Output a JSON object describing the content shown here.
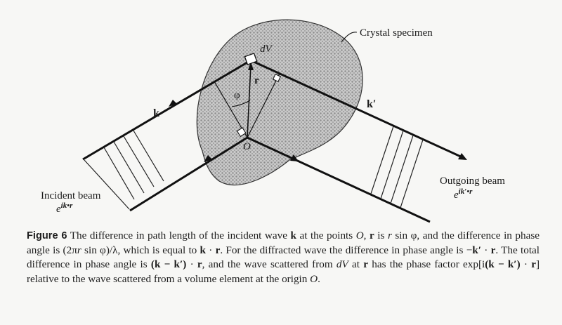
{
  "diagram": {
    "label_crystal": "Crystal specimen",
    "label_dV": "dV",
    "label_r": "r",
    "label_phi": "φ",
    "label_k": "k",
    "label_kprime": "k′",
    "label_O": "O",
    "incident_beam": "Incident beam",
    "incident_phase": "e",
    "incident_phase_exp": "ik•r",
    "outgoing_beam": "Outgoing beam",
    "outgoing_phase": "e",
    "outgoing_phase_exp": "ik′•r"
  },
  "caption": {
    "figure_label": "Figure 6",
    "p1": "  The difference in path length of the incident wave ",
    "v_k1": "k",
    "p2": " at the points ",
    "O1": "O",
    "p3": ", ",
    "r1": "r",
    "p4": " is ",
    "r_sin": "r",
    "p5": " sin φ, and the difference in phase angle is (2π",
    "r_in": "r",
    "p6": " sin φ)/λ, which is equal to ",
    "v_k2": "k",
    "p7": " · ",
    "v_r2": "r",
    "p8": ". For the diffracted wave the difference in phase angle is −",
    "v_kp1": "k′",
    "p9": " · ",
    "v_r3": "r",
    "p10": ". The total difference in phase angle is ",
    "v_kkp": "(k − k′)",
    "p11": " · ",
    "v_r4": "r",
    "p12": ", and the wave scattered from ",
    "dV": "dV",
    "p13": " at ",
    "v_r5": "r",
    "p14": " has the phase factor exp[i",
    "v_kkp2": "(k − k′)",
    "p15": " · ",
    "v_r6": "r",
    "p16": "] relative to the wave scattered from a volume element at the origin ",
    "O2": "O",
    "p17": "."
  }
}
